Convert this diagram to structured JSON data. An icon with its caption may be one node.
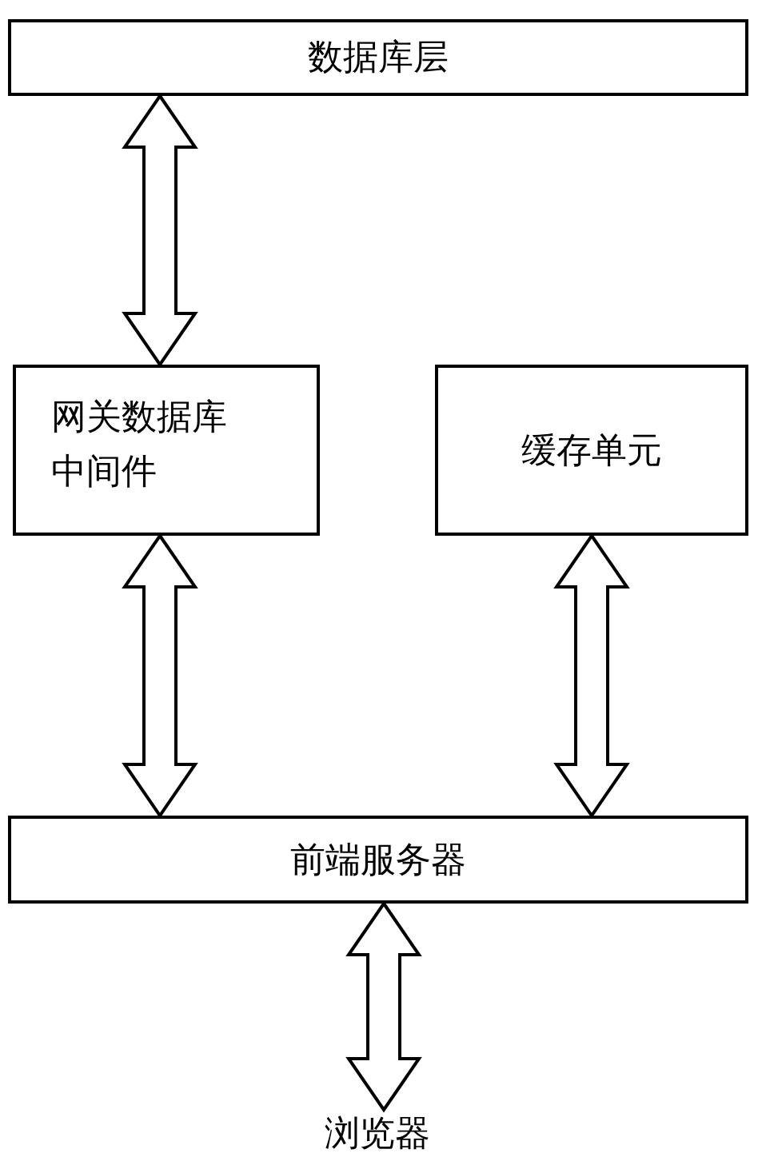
{
  "diagram": {
    "nodes": [
      {
        "text": [
          "数据库层"
        ]
      },
      {
        "text": [
          "网关数据库中间件"
        ]
      },
      {
        "text": [
          "缓存单元"
        ]
      },
      {
        "text": [
          "前端服务器"
        ]
      },
      {
        "text": [
          "浏览器"
        ]
      }
    ],
    "edges": [
      {
        "from": 0,
        "to": 1,
        "arrow": "both"
      },
      {
        "from": 1,
        "to": 3,
        "arrow": "both"
      },
      {
        "from": 2,
        "to": 3,
        "arrow": "both"
      },
      {
        "from": 3,
        "to": 4,
        "arrow": "both"
      }
    ]
  }
}
